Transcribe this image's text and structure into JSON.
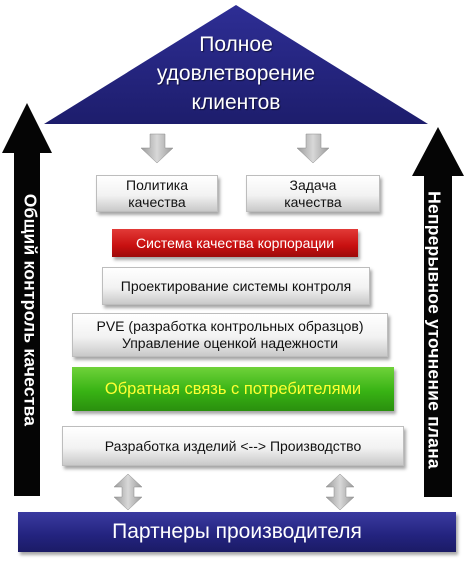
{
  "roof": {
    "line1": "Полное",
    "line2": "удовлетворение",
    "line3": "клиентов"
  },
  "boxes": {
    "policy_line1": "Политика",
    "policy_line2": "качества",
    "task_line1": "Задача",
    "task_line2": "качества",
    "corporate_system": "Система качества корпорации",
    "control_design": "Проектирование системы контроля",
    "pve_line1": "PVE (разработка контрольных образцов)",
    "pve_line2": "Управление оценкой надежности",
    "feedback": "Обратная связь с потребителями",
    "development": "Разработка изделий <--> Производство"
  },
  "foundation": {
    "partners": "Партнеры производителя"
  },
  "pillars": {
    "left": "Общий контроль качества",
    "right": "Непрерывное уточнение плана"
  },
  "colors": {
    "navy": "#23237e",
    "red": "#c81010",
    "green": "#38b314",
    "yellow_text": "#ffff33",
    "black_arrow": "#000000",
    "grey_arrow": "#b0b0b0"
  }
}
